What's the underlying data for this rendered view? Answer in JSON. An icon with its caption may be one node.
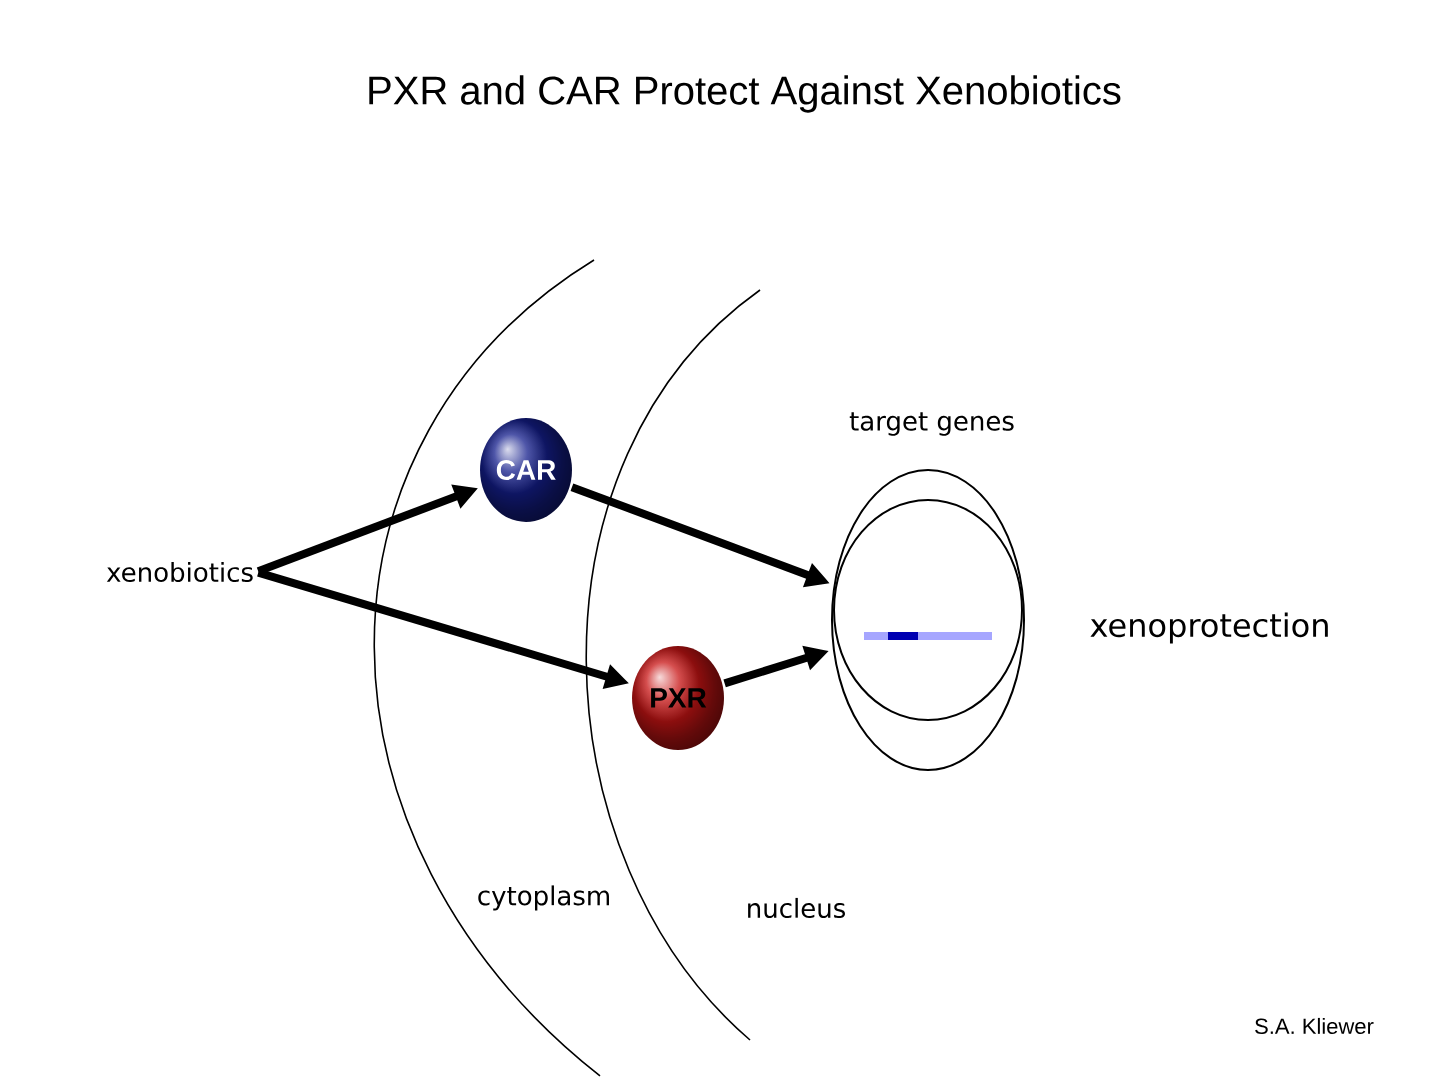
{
  "diagram": {
    "title": "PXR and CAR Protect Against Xenobiotics",
    "nodes": [
      {
        "text": [
          "xenobiotics"
        ]
      },
      {
        "text": [
          "CAR"
        ]
      },
      {
        "text": [
          "PXR"
        ]
      },
      {
        "text": [
          "target genes"
        ]
      }
    ],
    "edges": [
      {
        "from": 0,
        "to": 1,
        "arrow": "to"
      },
      {
        "from": 0,
        "to": 2,
        "arrow": "to"
      },
      {
        "from": 1,
        "to": 3,
        "arrow": "to"
      },
      {
        "from": 2,
        "to": 3,
        "arrow": "to"
      }
    ],
    "labels": [
      "xenoprotection",
      "cytoplasm",
      "nucleus",
      "S.A. Kliewer"
    ]
  }
}
